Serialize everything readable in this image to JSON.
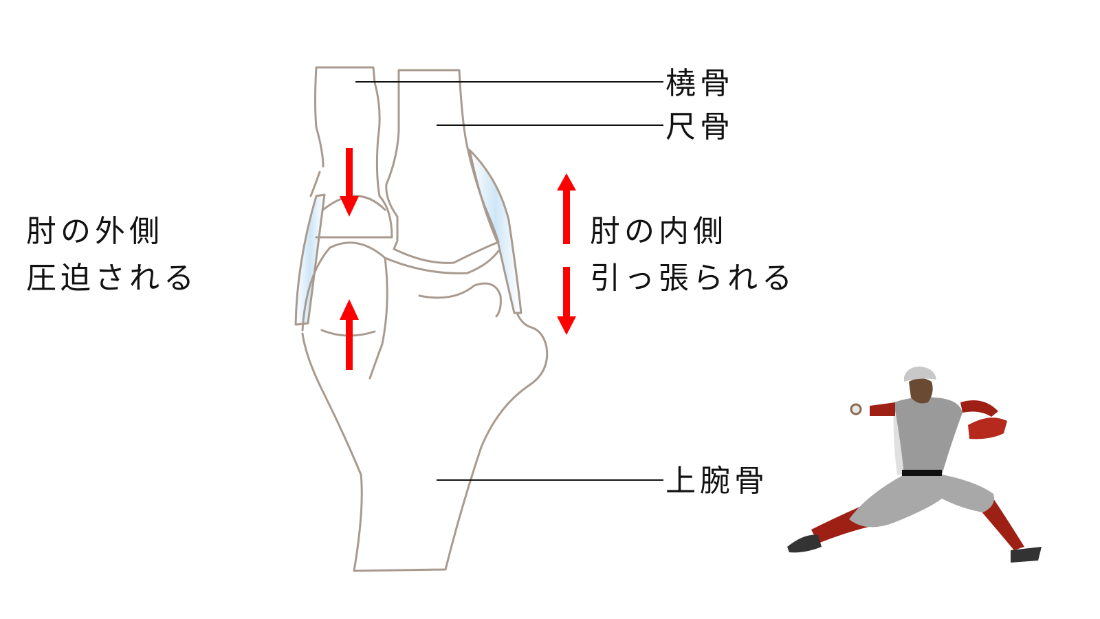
{
  "labels": {
    "radius": "橈骨",
    "ulna": "尺骨",
    "humerus": "上腕骨",
    "lateral_title": "肘の外側",
    "lateral_desc": "圧迫される",
    "medial_title": "肘の内側",
    "medial_desc": "引っ張られる"
  },
  "colors": {
    "bone_outline": "#a89a8e",
    "arrow": "#ff0000",
    "ligament": "#cfe6f7",
    "uniform_red": "#9e1f14",
    "uniform_gray": "#a0a0a0"
  }
}
